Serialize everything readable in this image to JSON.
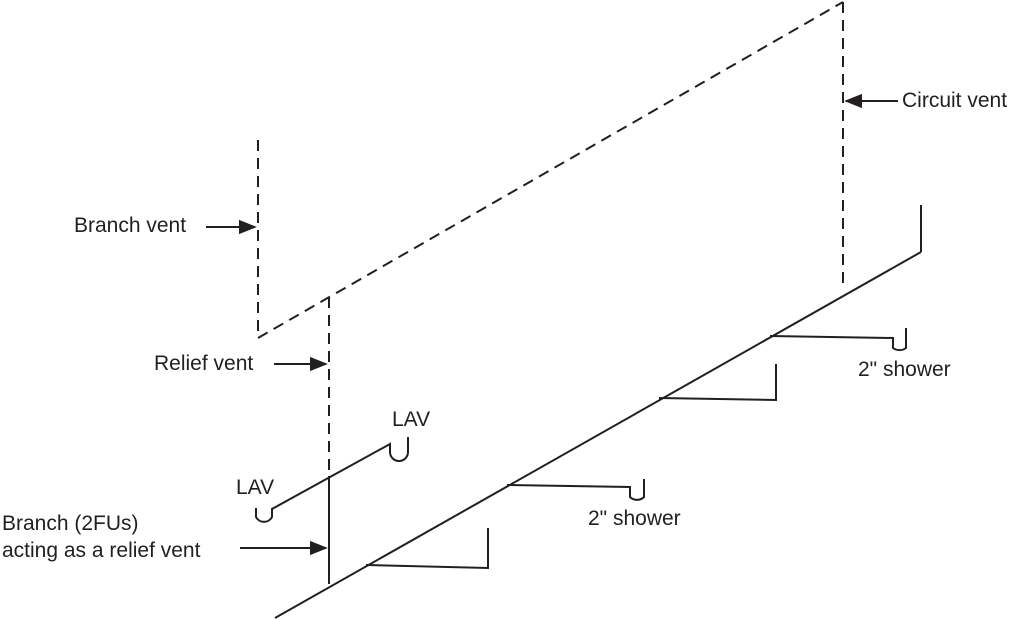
{
  "diagram": {
    "labels": {
      "circuit_vent": "Circuit vent",
      "branch_vent": "Branch vent",
      "relief_vent": "Relief vent",
      "lav_upper": "LAV",
      "lav_lower": "LAV",
      "shower_upper": "2\" shower",
      "shower_lower": "2\" shower",
      "branch_line1": "Branch (2FUs)",
      "branch_line2": "acting as a relief vent"
    },
    "colors": {
      "ink": "#231f20",
      "background": "#ffffff"
    },
    "line_styles": {
      "pipe": "solid",
      "vent": "dashed"
    }
  }
}
